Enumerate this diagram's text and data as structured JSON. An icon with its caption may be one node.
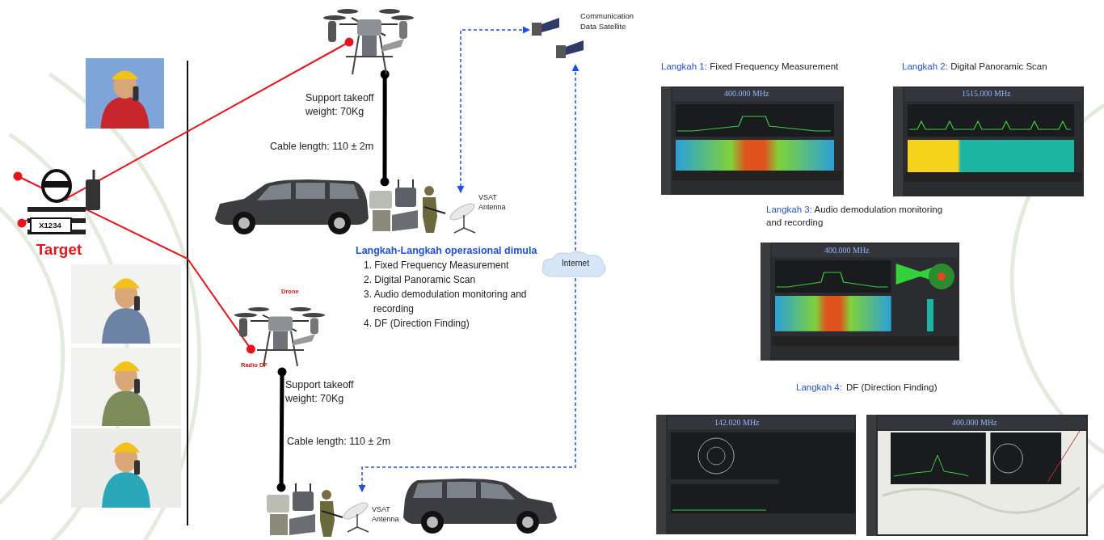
{
  "diagram": {
    "nodes": [
      {
        "text": [],
        "shape": "picture"
      },
      {
        "text": [],
        "shape": "picture"
      },
      {
        "text": [],
        "shape": "picture"
      },
      {
        "text": [
          "VSAT Antenna"
        ]
      },
      {
        "text": [
          "Communication Data Satellite"
        ]
      },
      {
        "text": [
          "Internet"
        ]
      },
      {
        "text": [
          "Target"
        ]
      },
      {
        "text": [
          "Drone",
          "Radio DF"
        ]
      },
      {
        "text": [],
        "shape": "picture"
      },
      {
        "text": [
          "VSAT Antenna"
        ]
      },
      {
        "text": [],
        "shape": "picture"
      },
      {
        "text": [],
        "shape": "picture"
      },
      {
        "text": [],
        "shape": "picture"
      },
      {
        "text": [],
        "shape": "picture"
      },
      {
        "text": [],
        "shape": "picture"
      },
      {
        "text": [
          "Langkah 1:",
          "Fixed Frequency Measurement"
        ]
      },
      {
        "text": [
          "Langkah 2:",
          "Digital Panoramic Scan"
        ]
      },
      {
        "text": [
          "Langkah 3:",
          "Audio demodulation monitoring and recording"
        ]
      },
      {
        "text": [],
        "shape": "picture"
      },
      {
        "text": [],
        "shape": "picture"
      }
    ],
    "edges": [
      {
        "from": 6,
        "to": 0,
        "arrow": "other",
        "color": "#e8141b"
      },
      {
        "from": 6,
        "to": 7,
        "arrow": "other",
        "color": "#e8141b"
      },
      {
        "from": 0,
        "to": 1,
        "arrow": "other",
        "style": "thick",
        "color": "#000000"
      },
      {
        "from": 7,
        "to": 8,
        "arrow": "other",
        "style": "thick",
        "color": "#000000"
      },
      {
        "from": 3,
        "to": 4,
        "arrow": "both",
        "style": "dashed",
        "color": "#1f4fe0"
      },
      {
        "from": 5,
        "to": 4,
        "arrow": "to",
        "style": "dashed",
        "color": "#1f4fe0"
      },
      {
        "from": 5,
        "to": 9,
        "arrow": "to",
        "style": "dashed",
        "color": "#1f4fe0"
      }
    ],
    "labels": [
      "Support takeoff weight: 70Kg",
      "Cable length: 110 ± 2m",
      "Support takeoff weight: 70Kg",
      "Cable length: 110 ± 2m",
      "Langkah-Langkah operasional dimula",
      "1. Fixed Frequency Measurement",
      "2. Digital Panoramic Scan",
      "3. Audio demodulation monitoring and recording",
      "4. DF (Direction Finding)",
      "Langkah 4:",
      "DF (Direction Finding)",
      "400.000 MHz",
      "1515.000 MHz",
      "400.000 MHz",
      "142.020 MHz",
      "400.000 MHz",
      "X1234"
    ]
  }
}
